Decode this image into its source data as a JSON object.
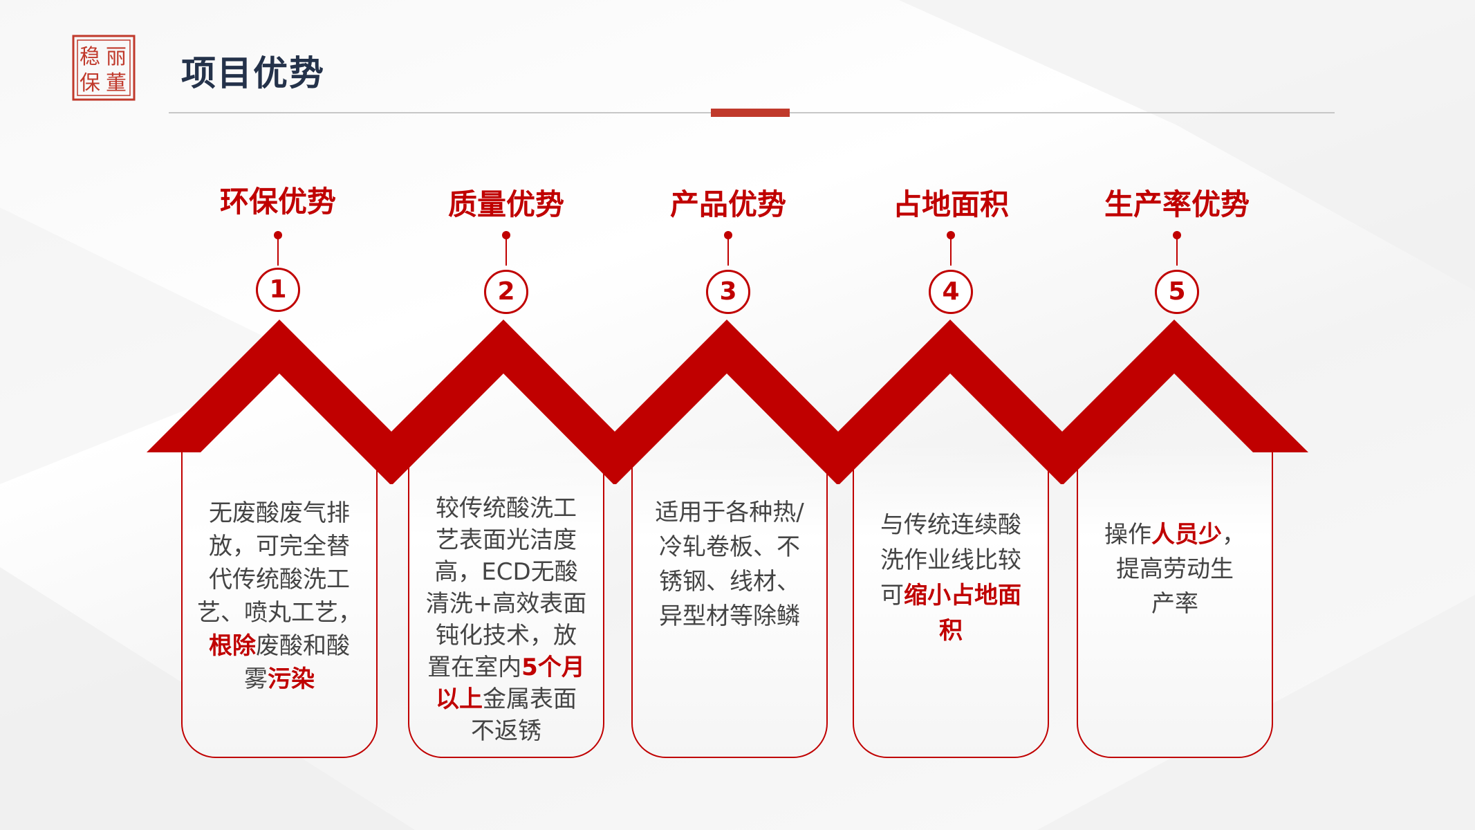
{
  "slide": {
    "title": "项目优势"
  },
  "seal": {
    "text": "稳丽保董",
    "color": "#c0392b"
  },
  "colors": {
    "accent": "#c00000",
    "title": "#24324a",
    "body": "#444444"
  },
  "items": [
    {
      "number": "1",
      "heading": "环保优势",
      "desc": [
        {
          "t": "无废酸废气排"
        },
        {
          "t": "放，可完全替"
        },
        {
          "t": "代传统酸洗工"
        },
        {
          "t": "艺、喷丸工艺，"
        },
        {
          "t": "根除",
          "h": true,
          "rest": "废酸和酸"
        },
        {
          "t": "雾",
          "after": "污染"
        }
      ]
    },
    {
      "number": "2",
      "heading": "质量优势",
      "desc": [
        {
          "t": "较传统酸洗工"
        },
        {
          "t": "艺表面光洁度"
        },
        {
          "t": "高，ECD无酸"
        },
        {
          "t": "清洗+高效表面"
        },
        {
          "t": "钝化技术，放"
        },
        {
          "t": "置在室内",
          "after": "5个月"
        },
        {
          "t": "以上",
          "h": true,
          "rest": "金属表面"
        },
        {
          "t": "不返锈"
        }
      ]
    },
    {
      "number": "3",
      "heading": "产品优势",
      "desc": [
        {
          "t": "适用于各种热/"
        },
        {
          "t": "冷轧卷板、不"
        },
        {
          "t": "锈钢、线材、"
        },
        {
          "t": "异型材等除鳞"
        }
      ]
    },
    {
      "number": "4",
      "heading": "占地面积",
      "desc": [
        {
          "t": "与传统连续酸"
        },
        {
          "t": "洗作业线比较"
        },
        {
          "t": "可",
          "after": "缩小占地面"
        },
        {
          "t": "积",
          "h": true
        }
      ]
    },
    {
      "number": "5",
      "heading": "生产率优势",
      "desc": [
        {
          "t": "操作",
          "after": "人员少",
          "tail": "，"
        },
        {
          "t": "提高劳动生"
        },
        {
          "t": "产率"
        }
      ]
    }
  ]
}
